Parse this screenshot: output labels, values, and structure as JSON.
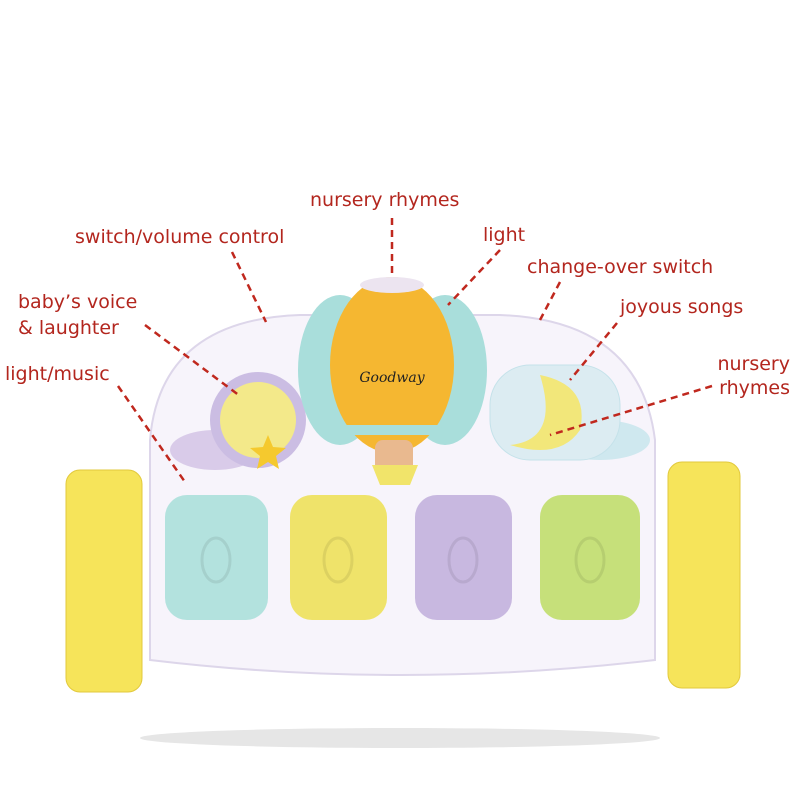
{
  "labels": {
    "nursery_rhymes_top": "nursery rhymes",
    "switch_volume": "switch/volume control",
    "light": "light",
    "change_over": "change-over switch",
    "babys_voice_1": "baby’s voice",
    "babys_voice_2": "& laughter",
    "joyous_songs": "joyous songs",
    "light_music": "light/music",
    "nursery_right_1": "nursery",
    "nursery_right_2": "rhymes"
  },
  "brand": "Goodway",
  "colors": {
    "label": "#b3261e",
    "key_teal": "#b3e2de",
    "key_yellow": "#efe36a",
    "key_lavender": "#c8b8e0",
    "key_green": "#c6e07a",
    "balloon": "#f5b731",
    "side_panel": "#f6e45a"
  }
}
